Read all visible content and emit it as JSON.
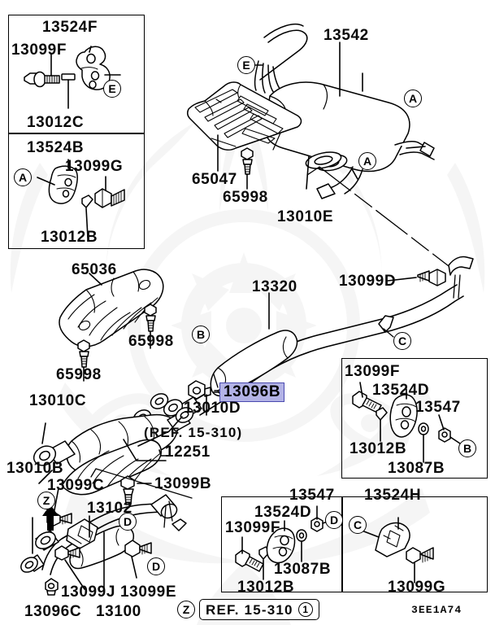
{
  "diagram": {
    "code": "3EE1A74",
    "reference_note": "REF. 15-310",
    "reference_circle": "Z",
    "reference_index": "1",
    "ref_inline": "(REF. 15-310)",
    "highlight_color": "#b3b3e6",
    "highlight_border": "#4a4ab0"
  },
  "panels": {
    "top_left_upper": {
      "parts": [
        "13524F",
        "13099F",
        "13012C"
      ],
      "callout": "E"
    },
    "top_left_lower": {
      "parts": [
        "13524B",
        "13099G",
        "13012B"
      ],
      "callout": "A"
    },
    "right_mid": {
      "parts": [
        "13099F",
        "13524D",
        "13547",
        "13012B",
        "13087B"
      ],
      "callout": "B"
    },
    "bottom_mid": {
      "parts": [
        "13547",
        "13524D",
        "13099F",
        "13012B",
        "13087B"
      ],
      "callout": "D"
    },
    "bottom_right": {
      "parts": [
        "13524H",
        "13099G"
      ],
      "callout": "C"
    }
  },
  "labels": {
    "muffler": "13542",
    "heat_shield_rear": "65047",
    "bolt_65998_rear": "65998",
    "gasket_13010E": "13010E",
    "heat_shield_front": "65036",
    "bolt_65998_a": "65998",
    "bolt_65998_b": "65998",
    "center_pipe": "13320",
    "bolt_13099D": "13099D",
    "selected_part": "13096B",
    "gasket_13010D": "13010D",
    "gasket_13010C": "13010C",
    "gasket_13010B": "13010B",
    "converter": "12251",
    "bolt_13099B": "13099B",
    "bolt_13099C": "13099C",
    "bracket_13102": "13102",
    "front_pipe": "13100",
    "nut_13096C": "13096C",
    "bolt_13099J": "13099J",
    "bolt_13099E": "13099E"
  },
  "callouts": {
    "E_top": "E",
    "A_right_upper": "A",
    "A_right_lower": "A",
    "B_center": "B",
    "C_center": "C",
    "Z_arrow": "Z",
    "D_upper": "D",
    "D_lower": "D"
  }
}
